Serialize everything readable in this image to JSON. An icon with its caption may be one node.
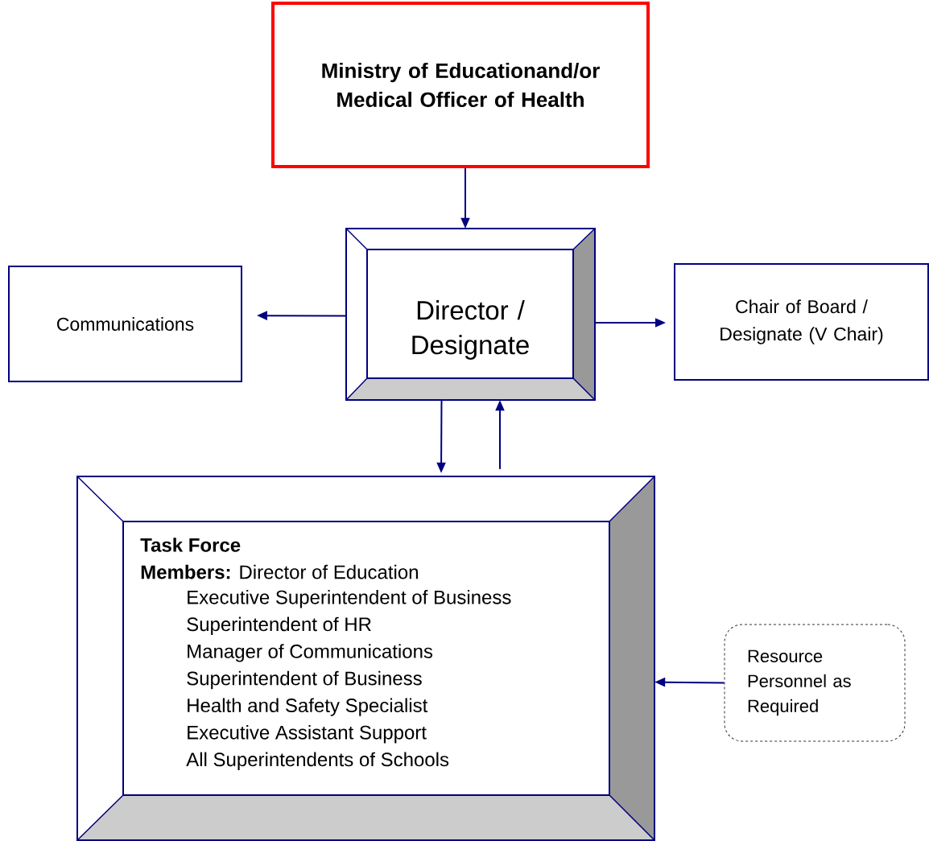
{
  "diagram": {
    "nodes": [
      {
        "text": [
          "Ministry of Educationand/or Medical Officer of Health"
        ]
      },
      {
        "text": [
          "Director / Designate"
        ]
      },
      {
        "text": [
          "Communications"
        ]
      },
      {
        "text": [
          "Chair of Board / Designate (V Chair)"
        ]
      },
      {
        "text": [
          "Task Force",
          "**Members:** Director of Education",
          "Executive Superintendent of Business",
          "Superintendent of HR",
          "Manager of Communications",
          "Superintendent of Business",
          "Health and Safety Specialist",
          "Executive Assistant Support",
          "All Superintendents of Schools"
        ]
      },
      {
        "text": [
          "Resource Personnel as Required"
        ]
      }
    ],
    "edges": [
      {
        "from": 0,
        "to": 1,
        "arrow": "to"
      },
      {
        "from": 1,
        "to": 2,
        "arrow": "to"
      },
      {
        "from": 1,
        "to": 3,
        "arrow": "to"
      },
      {
        "from": 1,
        "to": 4,
        "arrow": "to"
      },
      {
        "from": 4,
        "to": 1,
        "arrow": "to"
      },
      {
        "from": 5,
        "to": 4,
        "arrow": "to"
      }
    ]
  }
}
